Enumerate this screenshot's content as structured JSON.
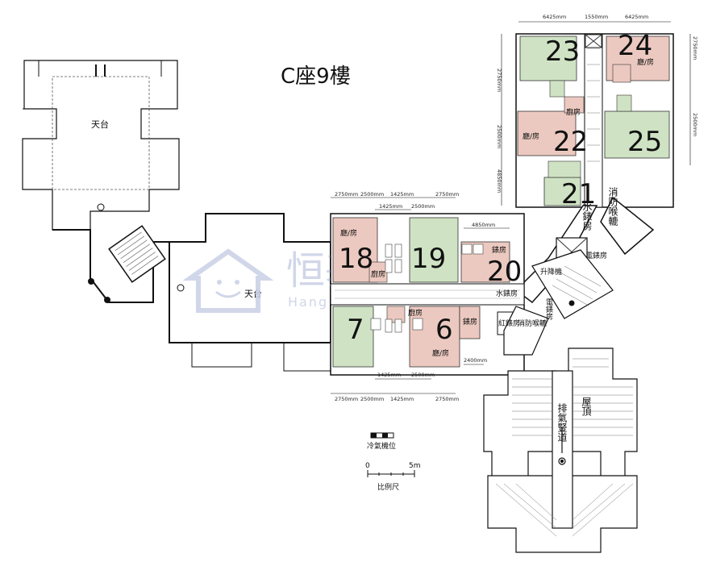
{
  "title": "C座9樓",
  "roof_terrace_left": "天台",
  "roof_terrace_center": "天台",
  "roof_right": "屋頂",
  "exhaust_shaft": "排氣豎道",
  "units": {
    "u23": "23",
    "u24": "24",
    "u22": "22",
    "u25": "25",
    "u21": "21",
    "u18": "18",
    "u19": "19",
    "u20": "20",
    "u7": "7",
    "u6": "6"
  },
  "rooms": {
    "hall_room": "廳/房",
    "kitchen": "廚房",
    "water_meter": "水錶房",
    "fire_hose": "消防喉轆",
    "elec_meter": "電錶房",
    "lift": "升降機",
    "meter_short": "錶房",
    "red_meter": "紅錶房"
  },
  "dims": {
    "d6425": "6425mm",
    "d1550": "1550mm",
    "d2750": "2750mm",
    "d2500": "2500mm",
    "d1425": "1425mm",
    "d4850": "4850mm",
    "d2400": "2400mm"
  },
  "legend": {
    "ac_label": "冷氣機位",
    "scale_zero": "0",
    "scale_five": "5m",
    "scale_label": "比例尺"
  },
  "watermark": {
    "chinese": "恒基物業",
    "english": "Hang Lung Real Estate"
  },
  "colors": {
    "green_unit": "#cfe3c4",
    "pink_unit": "#ecc9c0",
    "wall": "#111111",
    "watermark": "#c9d0e6"
  }
}
